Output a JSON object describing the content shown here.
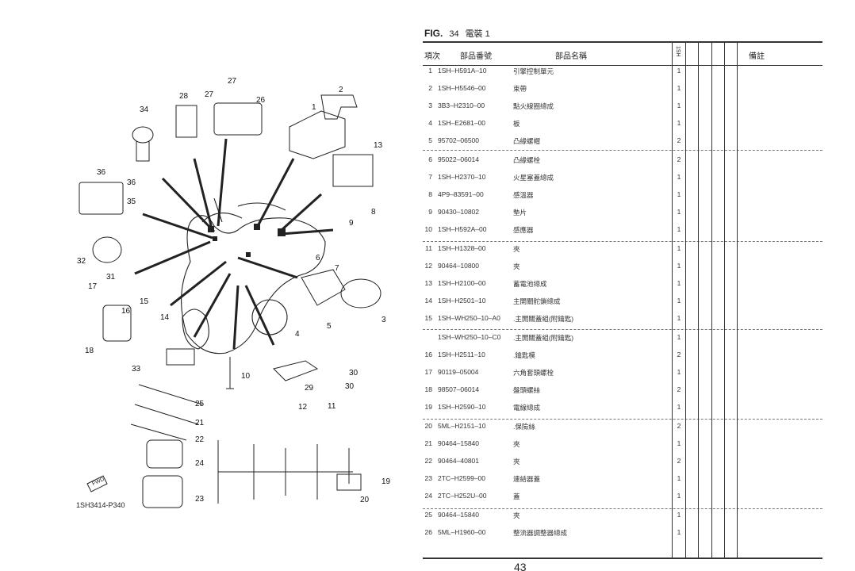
{
  "figure": {
    "label": "FIG.",
    "number": "34",
    "title": "電裝 1",
    "code": "1SH3414-P340",
    "fwd_label": "FWD"
  },
  "table": {
    "headers": {
      "item": "項次",
      "part_no": "部品番號",
      "name": "部品名稱",
      "model": "1SH",
      "remarks": "備註"
    },
    "rows": [
      {
        "item": "1",
        "part_no": "1SH–H591A–10",
        "name": "引擎控制單元",
        "qty": "1"
      },
      {
        "item": "2",
        "part_no": "1SH–H5546–00",
        "name": "束帶",
        "qty": "1"
      },
      {
        "item": "3",
        "part_no": "3B3–H2310–00",
        "name": "點火線圈總成",
        "qty": "1"
      },
      {
        "item": "4",
        "part_no": "1SH–E2681–00",
        "name": "板",
        "qty": "1"
      },
      {
        "item": "5",
        "part_no": "95702–06500",
        "name": "凸緣螺帽",
        "qty": "2"
      },
      {
        "item": "6",
        "part_no": "95022–06014",
        "name": "凸緣螺栓",
        "qty": "2"
      },
      {
        "item": "7",
        "part_no": "1SH–H2370–10",
        "name": "火星塞蓋總成",
        "qty": "1"
      },
      {
        "item": "8",
        "part_no": "4P9–83591–00",
        "name": "感溫器",
        "qty": "1"
      },
      {
        "item": "9",
        "part_no": "90430–10802",
        "name": "墊片",
        "qty": "1"
      },
      {
        "item": "10",
        "part_no": "1SH–H592A–00",
        "name": "感應器",
        "qty": "1"
      },
      {
        "item": "11",
        "part_no": "1SH–H1328–00",
        "name": "夾",
        "qty": "1"
      },
      {
        "item": "12",
        "part_no": "90464–10800",
        "name": "夾",
        "qty": "1"
      },
      {
        "item": "13",
        "part_no": "1SH–H2100–00",
        "name": "蓄電池總成",
        "qty": "1"
      },
      {
        "item": "14",
        "part_no": "1SH–H2501–10",
        "name": "主開關舵鎖總成",
        "qty": "1"
      },
      {
        "item": "15",
        "part_no": "1SH–WH250–10–A0",
        "name": ".主開關蓋組(附鑰匙)",
        "qty": "1"
      },
      {
        "item": "",
        "part_no": "1SH–WH250–10–C0",
        "name": ".主開關蓋組(附鑰匙)",
        "qty": "1"
      },
      {
        "item": "16",
        "part_no": "1SH–H2511–10",
        "name": ".鑰匙模",
        "qty": "2"
      },
      {
        "item": "17",
        "part_no": "90119–05004",
        "name": "六角套頭螺栓",
        "qty": "1"
      },
      {
        "item": "18",
        "part_no": "98507–06014",
        "name": "盤頭螺絲",
        "qty": "2"
      },
      {
        "item": "19",
        "part_no": "1SH–H2590–10",
        "name": "電線總成",
        "qty": "1"
      },
      {
        "item": "20",
        "part_no": "5ML–H2151–10",
        "name": ".保險絲",
        "qty": "2"
      },
      {
        "item": "21",
        "part_no": "90464–15840",
        "name": "夾",
        "qty": "1"
      },
      {
        "item": "22",
        "part_no": "90464–40801",
        "name": "夾",
        "qty": "2"
      },
      {
        "item": "23",
        "part_no": "2TC–H2599–00",
        "name": "連結器蓋",
        "qty": "1"
      },
      {
        "item": "24",
        "part_no": "2TC–H252U–00",
        "name": "蓋",
        "qty": "1"
      },
      {
        "item": "25",
        "part_no": "90464–15840",
        "name": "夾",
        "qty": "1"
      },
      {
        "item": "26",
        "part_no": "5ML–H1960–00",
        "name": "整流器調整器總成",
        "qty": "1"
      }
    ]
  },
  "callouts": [
    "27",
    "27",
    "26",
    "28",
    "2",
    "1",
    "34",
    "13",
    "36",
    "36",
    "35",
    "9",
    "8",
    "32",
    "31",
    "6",
    "7",
    "17",
    "16",
    "15",
    "5",
    "4",
    "3",
    "14",
    "18",
    "33",
    "10",
    "30",
    "29",
    "30",
    "25",
    "12",
    "11",
    "21",
    "22",
    "24",
    "19",
    "23",
    "20"
  ],
  "page_number": "43"
}
